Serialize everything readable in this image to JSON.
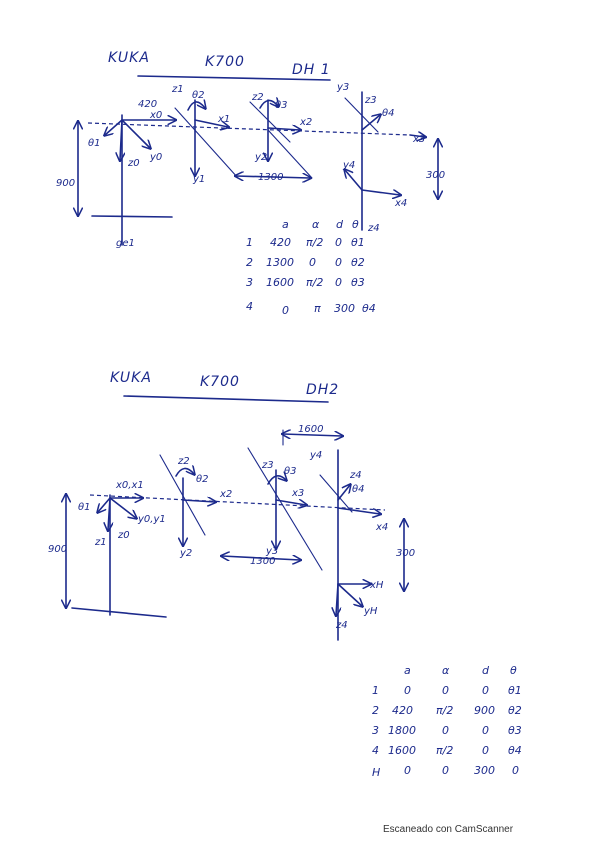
{
  "dh1": {
    "title": {
      "robot": "KUKA",
      "model": "K700",
      "tag": "DH 1"
    },
    "labels": {
      "z1": "z1",
      "theta2": "θ2",
      "d420": "420",
      "x0": "x0",
      "theta1": "θ1",
      "z0": "z0",
      "y0": "y0",
      "y1": "y1",
      "x1": "x1",
      "z2": "z2",
      "theta3": "θ3",
      "y2": "y2",
      "x2": "x2",
      "len1300": "1300",
      "y3": "y3",
      "z3": "z3",
      "theta4": "θ4",
      "x3": "x3",
      "y4": "y4",
      "x4": "x4",
      "z4": "z4",
      "d900": "900",
      "d300": "300",
      "ge1": "ge1"
    },
    "table": {
      "headers": [
        "a",
        "α",
        "d",
        "θ"
      ],
      "rows": [
        {
          "i": "1",
          "a": "420",
          "alpha": "π/2",
          "d": "0",
          "theta": "θ1"
        },
        {
          "i": "2",
          "a": "1300",
          "alpha": "0",
          "d": "0",
          "theta": "θ2"
        },
        {
          "i": "3",
          "a": "1600",
          "alpha": "π/2",
          "d": "0",
          "theta": "θ3"
        },
        {
          "i": "4",
          "a": "0",
          "alpha": "π",
          "d": "300",
          "theta": "θ4"
        }
      ]
    }
  },
  "dh2": {
    "title": {
      "robot": "KUKA",
      "model": "K700",
      "tag": "DH2"
    },
    "labels": {
      "x0x1": "x0,x1",
      "theta1": "θ1",
      "z1": "z1",
      "z0": "z0",
      "y0y1": "y0,y1",
      "z2": "z2",
      "theta2": "θ2",
      "x2": "x2",
      "y2": "y2",
      "z3": "z3",
      "theta3": "θ3",
      "x3": "x3",
      "y3": "y3",
      "len1300": "1300",
      "len1600": "1600",
      "y4": "y4",
      "z4": "z4",
      "theta4": "θ4",
      "x4": "x4",
      "d900": "900",
      "d300": "300",
      "xh": "xH",
      "yh": "yH",
      "z4b": "z4"
    },
    "table": {
      "headers": [
        "a",
        "α",
        "d",
        "θ"
      ],
      "rows": [
        {
          "i": "1",
          "a": "0",
          "alpha": "0",
          "d": "0",
          "theta": "θ1"
        },
        {
          "i": "2",
          "a": "420",
          "alpha": "π/2",
          "d": "900",
          "theta": "θ2"
        },
        {
          "i": "3",
          "a": "1800",
          "alpha": "0",
          "d": "0",
          "theta": "θ3"
        },
        {
          "i": "4",
          "a": "1600",
          "alpha": "π/2",
          "d": "0",
          "theta": "θ4"
        },
        {
          "i": "H",
          "a": "0",
          "alpha": "0",
          "d": "300",
          "theta": "0"
        }
      ]
    }
  },
  "footer": "Escaneado con CamScanner",
  "colors": {
    "ink": "#1c2a8c",
    "paper": "#ffffff"
  }
}
